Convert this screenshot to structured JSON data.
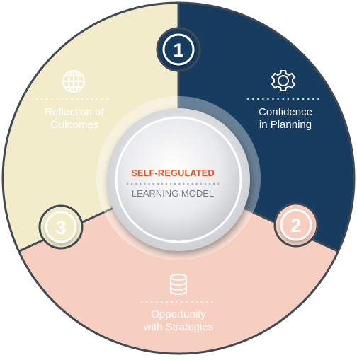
{
  "center": {
    "title": "SELF-REGULATED",
    "subtitle": "LEARNING MODEL"
  },
  "segments": [
    {
      "number": "1",
      "line1": "Confidence",
      "line2": "in Planning",
      "icon": "gear-icon",
      "color": "#173c5f",
      "text_color": "#ffffff"
    },
    {
      "number": "2",
      "line1": "Opportunity",
      "line2": "with Strategies",
      "icon": "database-icon",
      "color": "#f7cfc1",
      "text_color": "#ffffff"
    },
    {
      "number": "3",
      "line1": "Reflection of",
      "line2": "Outcomes",
      "icon": "globe-icon",
      "color": "#f3eccb",
      "text_color": "#ffffff"
    }
  ],
  "colors": {
    "ring_border": "#3f4a55",
    "title_accent": "#e0572a",
    "subtitle_gray": "#7a8088",
    "badge_fill": "#f3f3f3"
  }
}
